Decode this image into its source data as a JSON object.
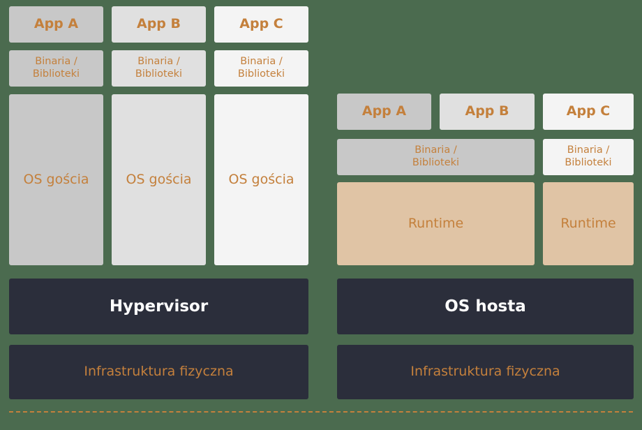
{
  "diagram": {
    "background_color": "#4b6b4f",
    "accent_color": "#c4803c",
    "dark_color": "#2b2e3b",
    "runtime_color": "#e0c4a5",
    "left_stack": {
      "apps": [
        {
          "label": "App A",
          "shade": "#c8c8c8"
        },
        {
          "label": "App B",
          "shade": "#e0e0e0"
        },
        {
          "label": "App C",
          "shade": "#f4f4f4"
        }
      ],
      "libs": [
        {
          "label": "Binaria /\nBiblioteki"
        },
        {
          "label": "Binaria /\nBiblioteki"
        },
        {
          "label": "Binaria /\nBiblioteki"
        }
      ],
      "guest_os": [
        {
          "label": "OS gościa"
        },
        {
          "label": "OS gościa"
        },
        {
          "label": "OS gościa"
        }
      ],
      "platform": "Hypervisor",
      "infrastructure": "Infrastruktura fizyczna"
    },
    "right_stack": {
      "apps": [
        {
          "label": "App A",
          "shade": "#c8c8c8"
        },
        {
          "label": "App B",
          "shade": "#e0e0e0"
        },
        {
          "label": "App C",
          "shade": "#f4f4f4"
        }
      ],
      "libs": [
        {
          "label": "Binaria /\nBiblioteki"
        },
        {
          "label": "Binaria /\nBiblioteki"
        }
      ],
      "runtimes": [
        {
          "label": "Runtime"
        },
        {
          "label": "Runtime"
        }
      ],
      "platform": "OS hosta",
      "infrastructure": "Infrastruktura fizyczna"
    }
  }
}
